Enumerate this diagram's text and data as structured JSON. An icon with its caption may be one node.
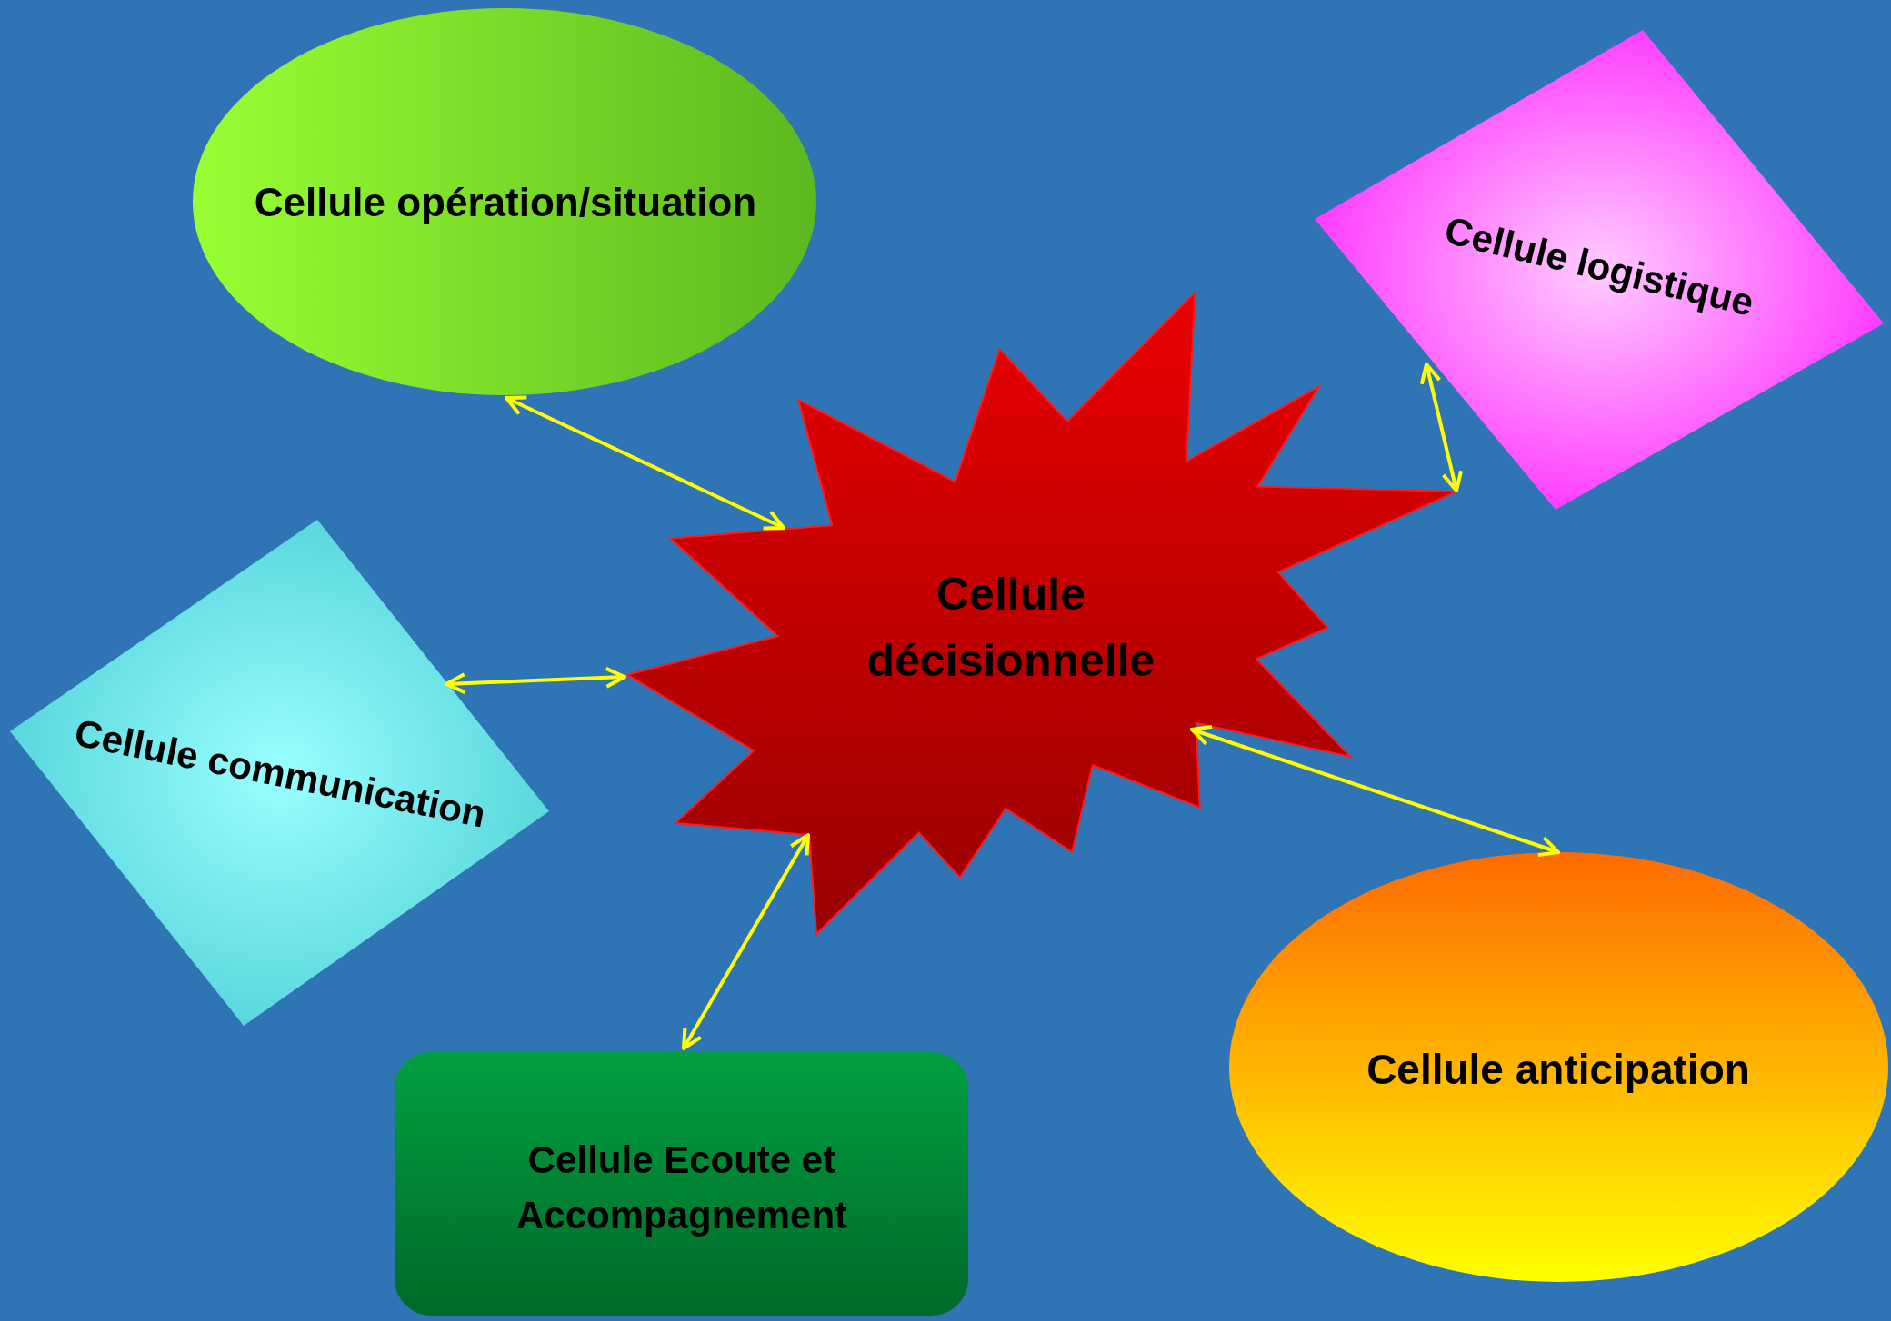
{
  "diagram": {
    "nodes": [
      {
        "text": [
          "Cellule décisionnelle"
        ]
      },
      {
        "text": [
          "Cellule opération/situation"
        ]
      },
      {
        "text": [
          "Cellule logistique"
        ]
      },
      {
        "text": [
          "Cellule communication"
        ]
      },
      {
        "text": [
          "Cellule Ecoute et Accompagnement"
        ]
      },
      {
        "text": [
          "Cellule anticipation"
        ]
      }
    ],
    "edges": [
      {
        "from": 0,
        "to": 1,
        "arrow": "both"
      },
      {
        "from": 0,
        "to": 2,
        "arrow": "both"
      },
      {
        "from": 0,
        "to": 3,
        "arrow": "both"
      },
      {
        "from": 0,
        "to": 4,
        "arrow": "both"
      },
      {
        "from": 0,
        "to": 5,
        "arrow": "both"
      }
    ]
  }
}
